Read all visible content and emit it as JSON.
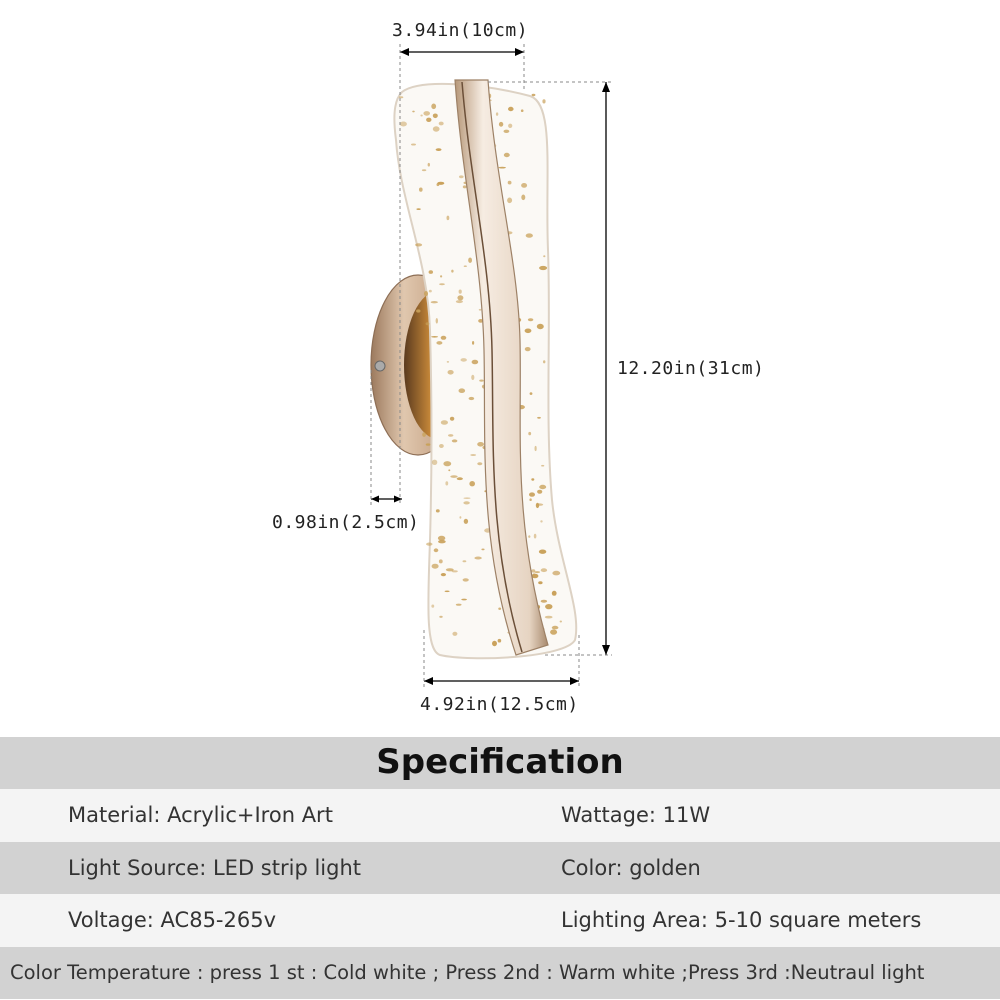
{
  "dimensions": {
    "width_top": "3.94in(10cm)",
    "height": "12.20in(31cm)",
    "depth": "0.98in(2.5cm)",
    "width_bottom": "4.92in(12.5cm)"
  },
  "colors": {
    "gold_fleck": "#c9a15a",
    "frame": "#ede0cf",
    "base": "#c9a98a",
    "band_dark": "#d2d2d2",
    "band_light": "#f4f4f4"
  },
  "specification": {
    "title": "Specification",
    "rows": [
      {
        "left": {
          "label": "Material:",
          "value": "Acrylic+Iron Art"
        },
        "right": {
          "label": "Wattage:",
          "value": "11W"
        }
      },
      {
        "left": {
          "label": "Light Source:",
          "value": "LED strip light"
        },
        "right": {
          "label": "Color:",
          "value": "golden"
        }
      },
      {
        "left": {
          "label": "Voltage:",
          "value": "AC85-265v"
        },
        "right": {
          "label": "Lighting Area:",
          "value": "5-10 square meters"
        }
      }
    ],
    "color_temperature": {
      "label": "Color Temperature :",
      "value": "press 1 st : Cold white ; Press 2nd : Warm white ;Press 3rd :Neutraul light"
    }
  }
}
